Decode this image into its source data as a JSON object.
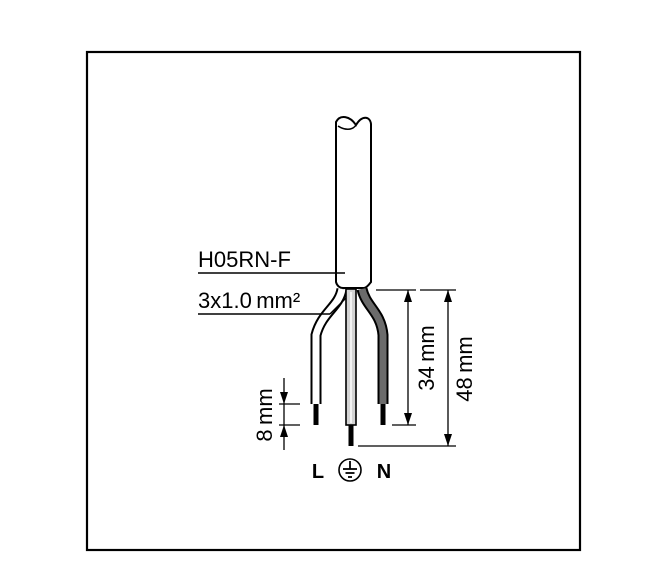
{
  "cable": {
    "type_label": "H05RN-F",
    "cross_section_label": "3x1.0 mm²"
  },
  "dimensions": {
    "strip_length": "8 mm",
    "neutral_length": "34 mm",
    "earth_length": "48 mm"
  },
  "terminals": {
    "live": "L",
    "earth_symbol": "earth-ground-icon",
    "neutral": "N"
  },
  "colors": {
    "line": "#000000",
    "neutral_wire": "#6b6b6b",
    "earth_wire": "#d4d4d4",
    "background": "#ffffff"
  }
}
